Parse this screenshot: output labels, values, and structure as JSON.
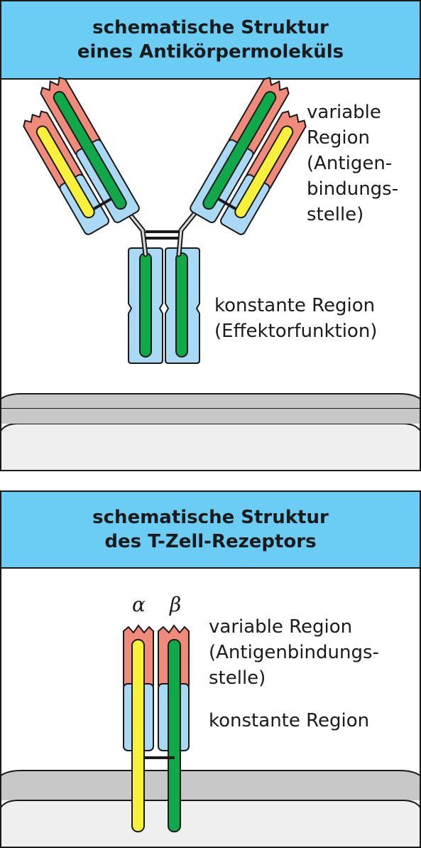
{
  "antibody_panel": {
    "title_line1": "schematische Struktur",
    "title_line2": "eines Antikörpermoleküls",
    "variable_label": [
      "variable",
      "Region",
      "(Antigen-",
      "bindungs-",
      "stelle)"
    ],
    "constant_label": [
      "konstante Region",
      "(Effektorfunktion)"
    ]
  },
  "tcr_panel": {
    "title_line1": "schematische Struktur",
    "title_line2": "des T-Zell-Rezeptors",
    "chain_alpha": "α",
    "chain_beta": "β",
    "variable_label": [
      "variable Region",
      "(Antigenbindungs-",
      "stelle)"
    ],
    "constant_label": "konstante Region"
  },
  "colors": {
    "header": "#6ccdf4",
    "heavy_chain": "#11a84a",
    "light_chain": "#f7f13c",
    "variable_domain": "#f08a7b",
    "constant_domain": "#a9d9f4",
    "membrane_top": "#c8c8c8",
    "membrane_body": "#efefef"
  }
}
